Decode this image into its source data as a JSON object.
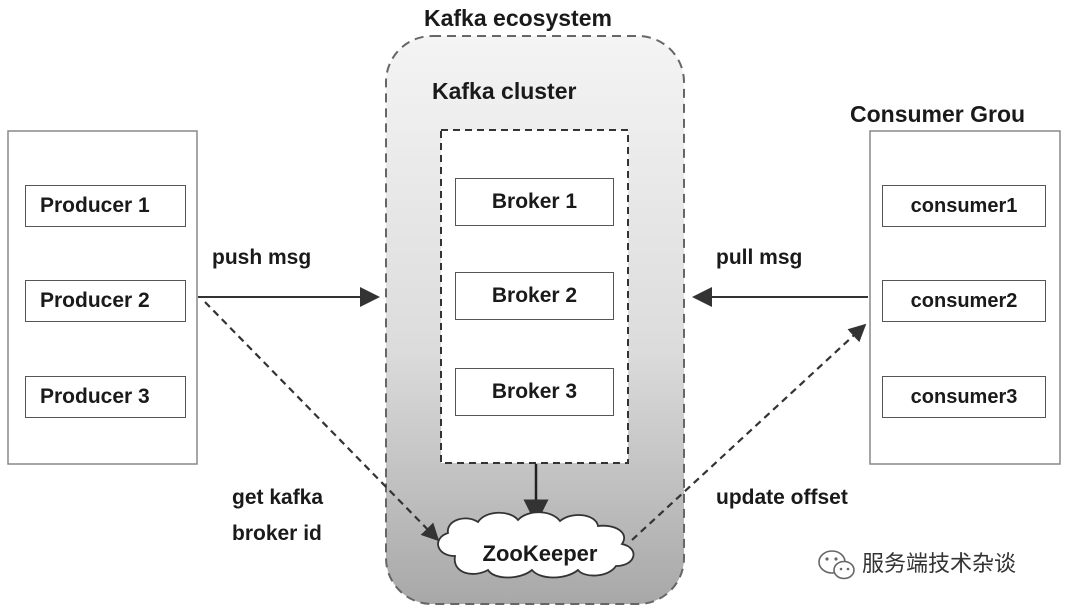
{
  "ecosystem": {
    "title": "Kafka ecosystem"
  },
  "cluster": {
    "title": "Kafka cluster",
    "brokers": [
      "Broker 1",
      "Broker 2",
      "Broker 3"
    ]
  },
  "producers": [
    "Producer 1",
    "Producer 2",
    "Producer 3"
  ],
  "consumer_group": {
    "title": "Consumer Grou",
    "consumers": [
      "consumer1",
      "consumer2",
      "consumer3"
    ]
  },
  "edges": {
    "push": "push msg",
    "pull": "pull msg",
    "get_broker_line1": "get kafka",
    "get_broker_line2": "broker id",
    "update_offset": "update offset"
  },
  "zookeeper": {
    "label": "ZooKeeper"
  },
  "watermark": {
    "text": "服务端技术杂谈",
    "icon": "wechat-icon"
  },
  "colors": {
    "line": "#333333",
    "box_border": "#555555",
    "cluster_gradient_top": "#f2f2f2",
    "cluster_gradient_bottom": "#a9a9a9"
  }
}
